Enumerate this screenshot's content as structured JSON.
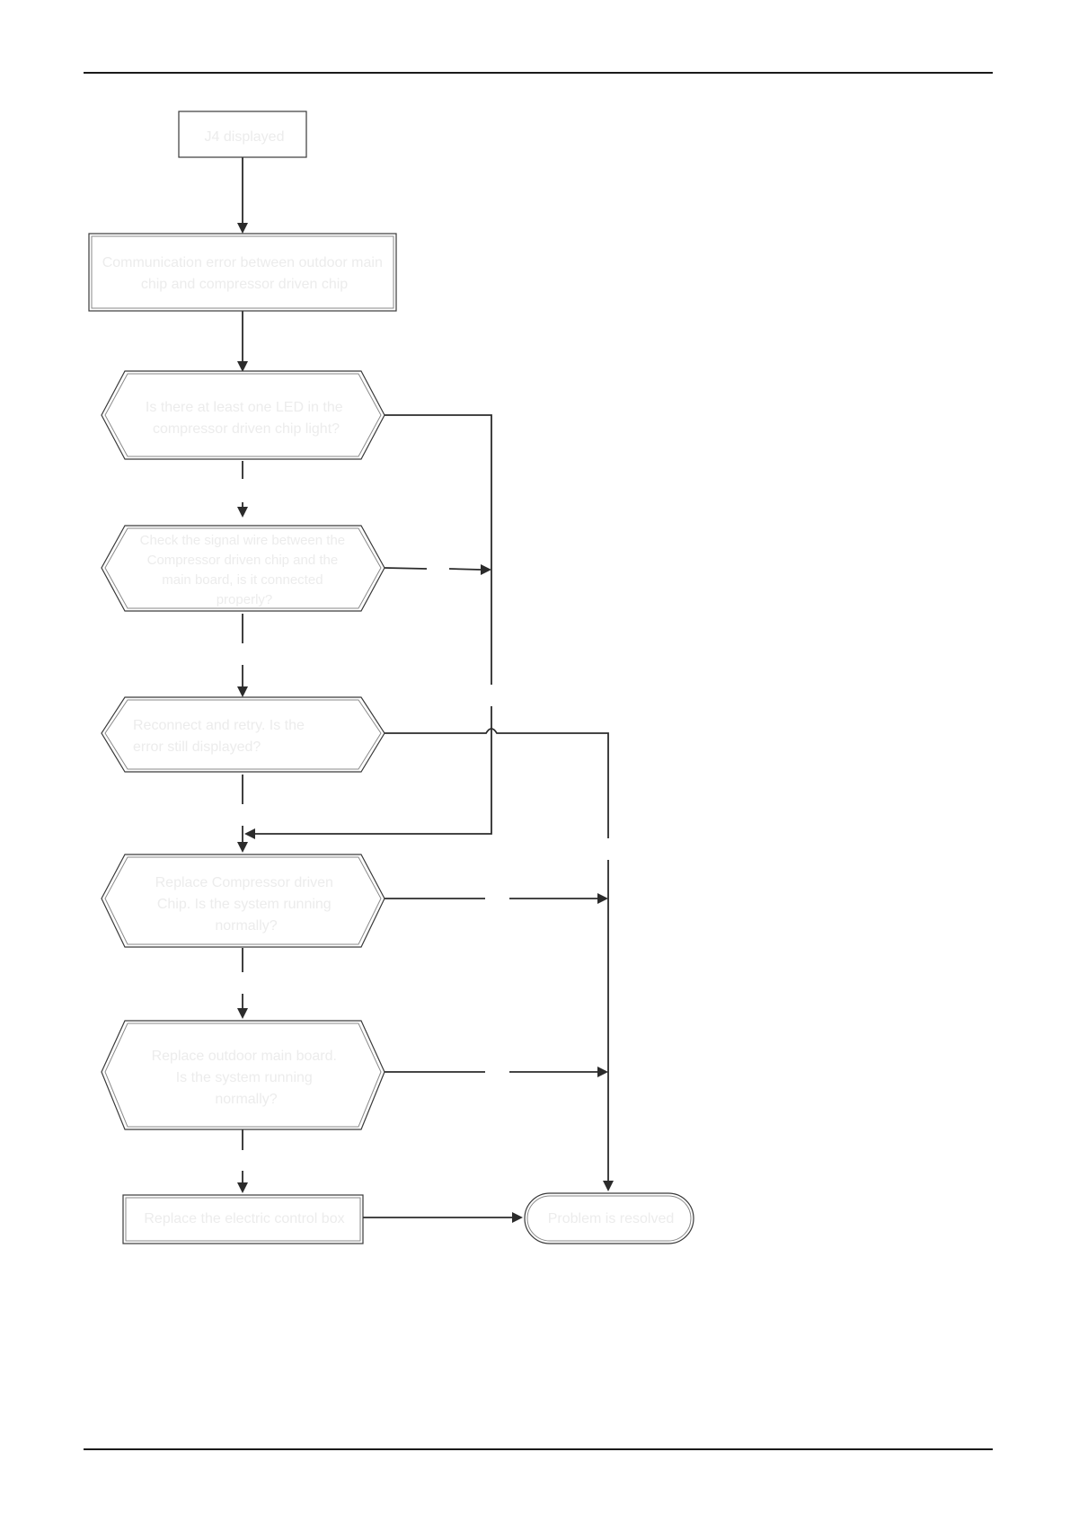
{
  "flowchart": {
    "nodes": {
      "start": {
        "lines": [
          "J4 displayed"
        ]
      },
      "comm_error": {
        "lines": [
          "Communication error between outdoor main",
          "chip and compressor driven chip"
        ]
      },
      "led_check": {
        "lines": [
          "Is there at least one LED in the",
          "compressor driven chip light?"
        ]
      },
      "signal_wire": {
        "lines": [
          "Check the signal wire between the",
          "Compressor driven chip and the",
          "main board, is it connected",
          "properly?"
        ]
      },
      "reconnect": {
        "lines": [
          "Reconnect and retry. Is the",
          "error still displayed?"
        ]
      },
      "replace_chip": {
        "lines": [
          "Replace Compressor driven",
          "Chip. Is the system running",
          "normally?"
        ]
      },
      "replace_board": {
        "lines": [
          "Replace outdoor main board.",
          "Is the system running",
          "normally?"
        ]
      },
      "replace_box": {
        "lines": [
          "Replace the electric control box"
        ]
      },
      "resolved": {
        "lines": [
          "Problem is resolved"
        ]
      }
    },
    "colors": {
      "line": "#2b2b2b",
      "text": "#ececec"
    }
  }
}
